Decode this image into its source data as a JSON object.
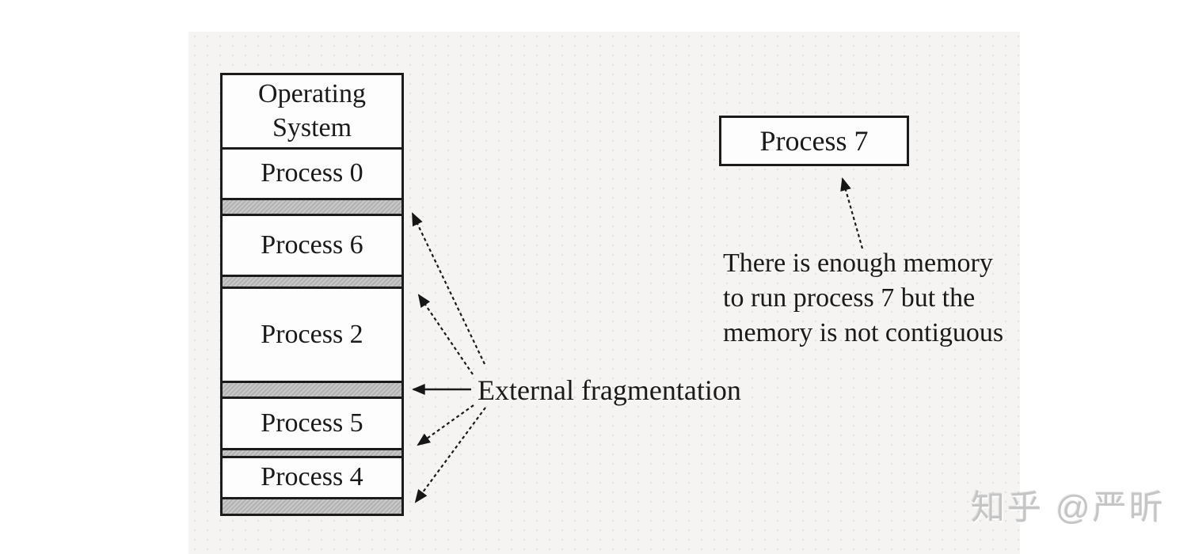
{
  "diagram": {
    "memory": [
      {
        "label": "Operating System",
        "type": "os"
      },
      {
        "label": "Process 0",
        "type": "process"
      },
      {
        "label": "",
        "type": "free-hole"
      },
      {
        "label": "Process 6",
        "type": "process"
      },
      {
        "label": "",
        "type": "free-hole"
      },
      {
        "label": "Process 2",
        "type": "process"
      },
      {
        "label": "",
        "type": "free-hole"
      },
      {
        "label": "Process 5",
        "type": "process"
      },
      {
        "label": "",
        "type": "free-hole"
      },
      {
        "label": "Process 4",
        "type": "process"
      },
      {
        "label": "",
        "type": "free-hole"
      }
    ],
    "fragmentation_label": "External fragmentation",
    "waiting_process": {
      "label": "Process 7"
    },
    "note": {
      "lines": [
        "There is enough memory",
        "to run process 7 but the",
        "memory is not contiguous"
      ]
    }
  },
  "watermark": {
    "text": "知乎 @严昕"
  },
  "colors": {
    "canvas_bg": "#f5f4f2",
    "line_color": "#1b1b1b",
    "hole_fill": "#bcbcbc",
    "watermark_color": "#c5c5c5"
  }
}
